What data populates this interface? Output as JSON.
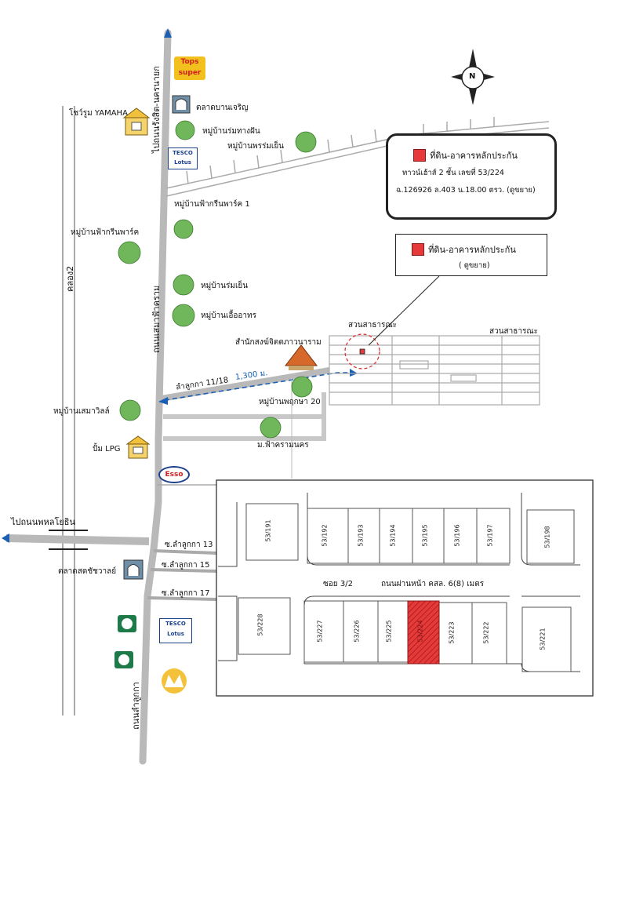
{
  "colors": {
    "subject_plot": "#e63a3a",
    "route": "#1a5fb4",
    "road": "#b9b9b9",
    "frame": "#222222"
  },
  "roads": {
    "main_road_upper": "ไปถนนรังสิต-นครนายก",
    "main_road_mid": "ถนนเสมาฟ้าคราม",
    "main_road_lower": "ถนนลำลูกกา",
    "canal": "คลอง2",
    "west_road": "ไปถนนพหลโยธิน",
    "soi_11_18": "ลำลูกกา 11/18",
    "soi_13": "ซ.ลำลูกกา 13",
    "soi_15": "ซ.ลำลูกกา 15",
    "soi_17": "ซ.ลำลูกกา 17",
    "distance": "1,300 ม."
  },
  "places": {
    "tops": "Tops super",
    "tesco_1": "TESCO Lotus",
    "tesco_2": "TESCO Lotus",
    "esso": "Esso",
    "market_1": "ตลาดบานเจริญ",
    "market_2": "ตลาดสดชัชวาลย์",
    "yamaha": "โชว์รูม YAMAHA",
    "village_1": "หมู่บ้านร่มทางฝัน",
    "village_2": "หมู่บ้านพรร่มเย็น",
    "village_3": "หมู่บ้านฟ้ากรีนพาร์ค 1",
    "village_4": "หมู่บ้านฟ้ากรีนพาร์ค",
    "village_5": "หมู่บ้านร่มเย็น",
    "village_6": "หมู่บ้านเอื้ออาทร",
    "temple": "สำนักสงฆ์จิตตภาวนาราม",
    "village_7": "หมู่บ้านพฤกษา 20",
    "village_8": "หมู่บ้านเสมาวิลล์",
    "village_9": "ม.ฟ้าครามนคร",
    "lpg": "ปั้ม LPG",
    "park_1": "สวนสาธารณะ",
    "park_2": "สวนสาธารณะ"
  },
  "legend": {
    "title": "ที่ดิน-อาคารหลักประกัน",
    "line1": "ทาวน์เฮ้าส์  2  ชั้น  เลขที่ 53/224",
    "line2": "ฉ.126926 ล.403 น.18.00 ตรว. (ดูขยาย)"
  },
  "callout": {
    "title": "ที่ดิน-อาคารหลักประกัน",
    "subtitle": "( ดูขยาย)"
  },
  "compass": "N",
  "detail": {
    "soi": "ซอย 3/2",
    "road_note": "ถนนผ่านหน้า คสล. 6(8) เมตร",
    "top_plots": [
      "53/191",
      "53/192",
      "53/193",
      "53/194",
      "53/195",
      "53/196",
      "53/197",
      "53/198"
    ],
    "bottom_plots": [
      "53/228",
      "53/227",
      "53/226",
      "53/225",
      "53/224",
      "53/223",
      "53/222",
      "53/221"
    ],
    "subject_plot": "53/224"
  }
}
